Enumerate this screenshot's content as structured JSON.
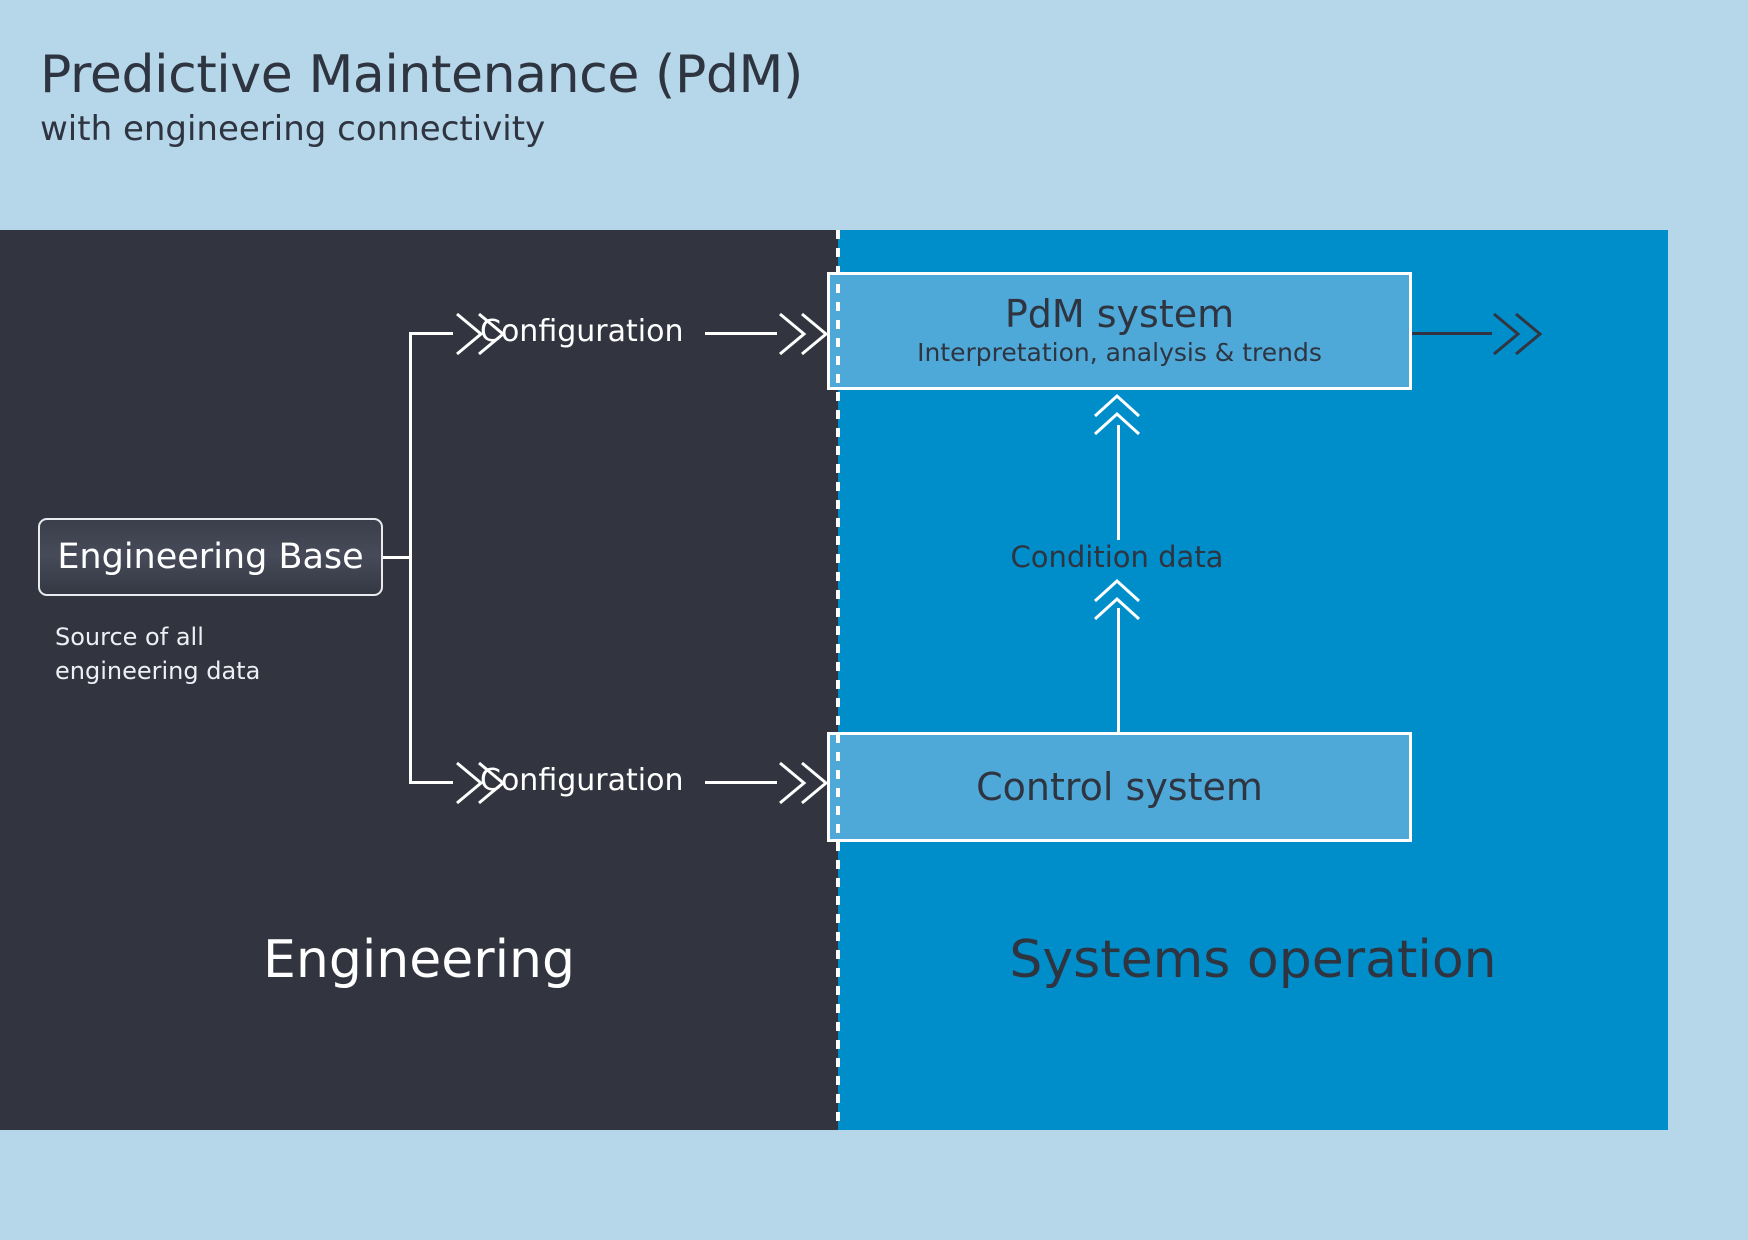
{
  "header": {
    "title": "Predictive Maintenance (PdM)",
    "subtitle": "with engineering connectivity"
  },
  "colors": {
    "page_background": "#b6d7ea",
    "engineering_panel": "#32353f",
    "operation_panel": "#008ecb",
    "box_fill": "#4ea9d8",
    "box_border": "#ffffff",
    "dark_text": "#2e3440",
    "light_text": "#ffffff"
  },
  "engineering": {
    "section_label": "Engineering",
    "base_node": {
      "label": "Engineering Base",
      "caption": "Source of all\nengineering data"
    },
    "flows": [
      {
        "label": "Configuration",
        "icon": "double-chevron-right-icon"
      },
      {
        "label": "Configuration",
        "icon": "double-chevron-right-icon"
      }
    ]
  },
  "operation": {
    "section_label": "Systems operation",
    "pdm_system": {
      "title": "PdM system",
      "subtitle": "Interpretation, analysis & trends"
    },
    "control_system": {
      "title": "Control system"
    },
    "condition_flow": {
      "label": "Condition data",
      "icon": "double-chevron-up-icon"
    },
    "inbound_icons": [
      "double-chevron-right-icon",
      "double-chevron-right-icon"
    ],
    "outbound_icon": "double-chevron-right-icon"
  }
}
